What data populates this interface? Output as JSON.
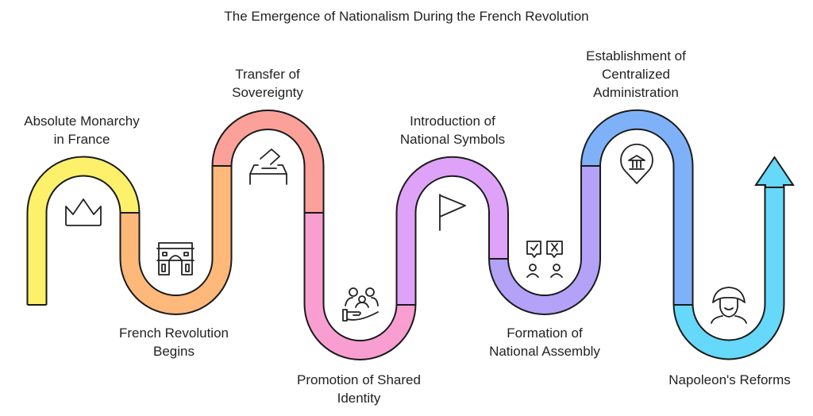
{
  "title": "The Emergence of Nationalism During the French Revolution",
  "steps": [
    {
      "lines": [
        "Absolute Monarchy",
        "in France"
      ],
      "icon": "crown-icon",
      "color": "#fdf06a"
    },
    {
      "lines": [
        "French Revolution",
        "Begins"
      ],
      "icon": "arc-de-triomphe-icon",
      "color": "#fdb87a"
    },
    {
      "lines": [
        "Transfer of",
        "Sovereignty"
      ],
      "icon": "ballot-box-icon",
      "color": "#fca09a"
    },
    {
      "lines": [
        "Promotion of Shared",
        "Identity"
      ],
      "icon": "people-in-hand-icon",
      "color": "#f99ed0"
    },
    {
      "lines": [
        "Introduction of",
        "National Symbols"
      ],
      "icon": "flag-icon",
      "color": "#dea2f8"
    },
    {
      "lines": [
        "Formation of",
        "National Assembly"
      ],
      "icon": "voting-people-icon",
      "color": "#b3a2f8"
    },
    {
      "lines": [
        "Establishment of",
        "Centralized",
        "Administration"
      ],
      "icon": "government-location-icon",
      "color": "#7fb1f8"
    },
    {
      "lines": [
        "Napoleon's Reforms"
      ],
      "icon": "napoleon-icon",
      "color": "#66d8f9"
    }
  ]
}
